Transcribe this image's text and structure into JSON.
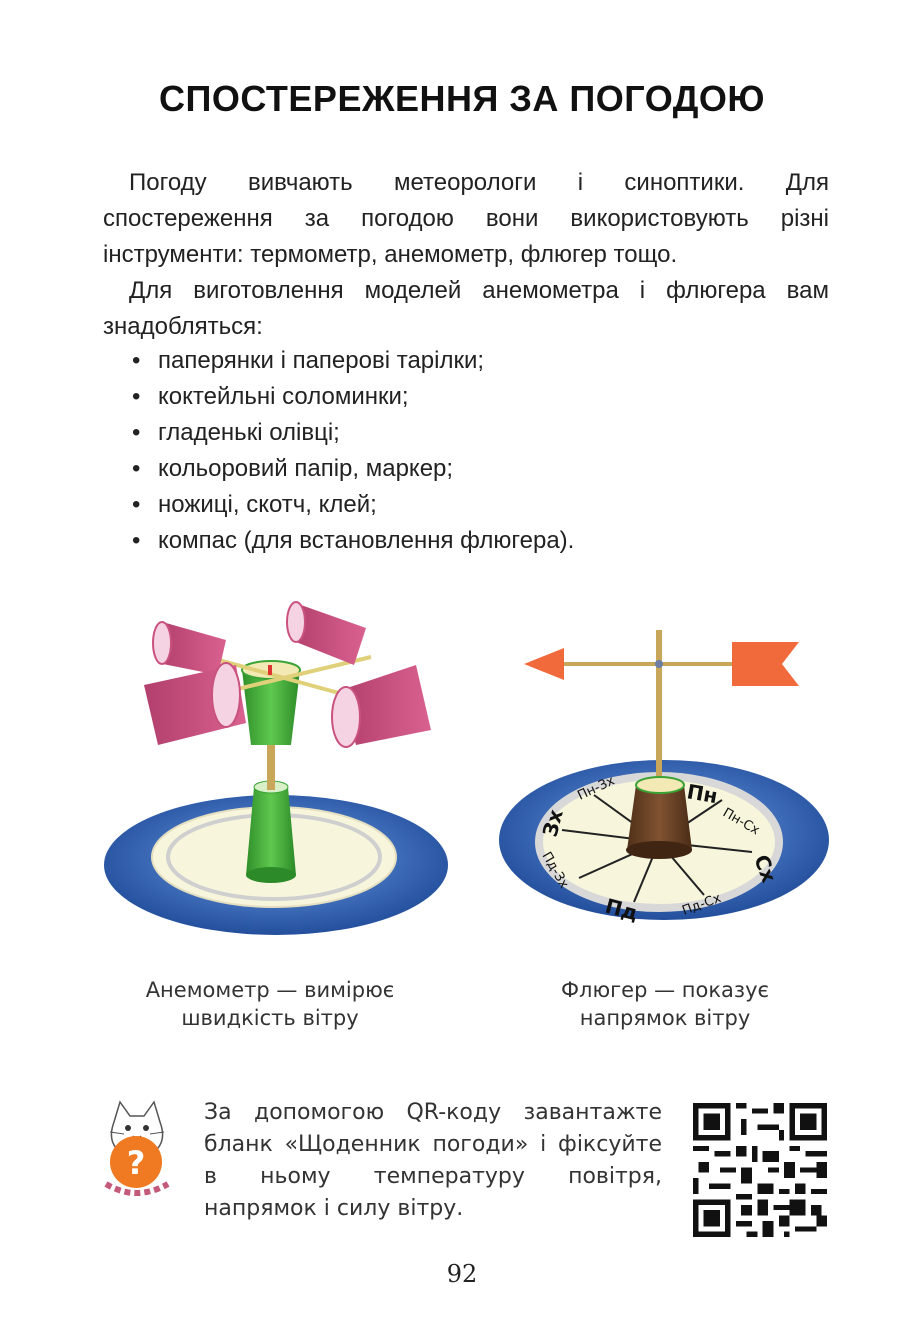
{
  "title": "СПОСТЕРЕЖЕННЯ ЗА ПОГОДОЮ",
  "paragraph1": "Погоду вивчають метеорологи і синоптики. Для спостереження за погодою вони використовують різні інструменти: термометр, анемометр, флюгер тощо.",
  "paragraph2": "Для виготовлення моделей анемометра і флюгера вам знадобляться:",
  "materials": [
    "паперянки і паперові тарілки;",
    "коктейльні соломинки;",
    "гладенькі олівці;",
    "кольоровий папір, маркер;",
    "ножиці, скотч, клей;",
    "компас (для встановлення флюгера)."
  ],
  "figures": {
    "anemometer_caption": [
      "Анемометр — вимірює",
      "швидкість вітру"
    ],
    "vane_caption": [
      "Флюгер — показує",
      "напрямок вітру"
    ],
    "compass_labels": {
      "n": "Пн",
      "ne": "Пн-Сх",
      "e": "Сх",
      "se": "Пд-Сх",
      "s": "Пд",
      "sw": "Пд-Зх",
      "w": "Зх",
      "nw": "Пн-Зх"
    }
  },
  "qr_block": {
    "text": "За допомогою QR-коду завантажте бланк «Щоденник погоди» і фіксуйте в ньому температуру повітря, напрямок і силу вітру.",
    "question_mark": "?"
  },
  "page_number": "92",
  "colors": {
    "cup_pink": "#c9527f",
    "cup_green": "#3aa335",
    "plate_blue": "#2d5fb0",
    "arrow_orange": "#f06a3b",
    "vane_brown": "#6b4425",
    "cat_orange": "#f07a22"
  }
}
